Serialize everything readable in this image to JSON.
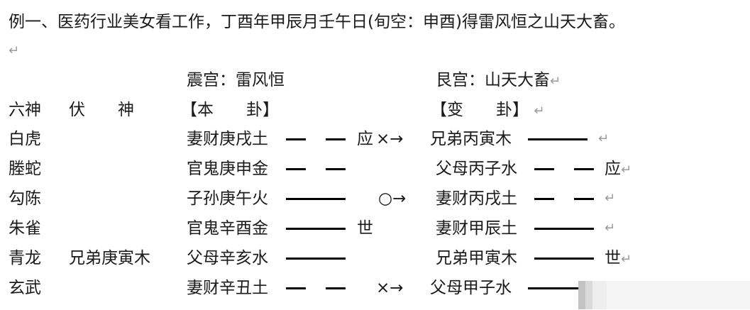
{
  "title": "例一、医药行业美女看工作，丁酉年甲辰月壬午日(旬空：申酉)得雷风恒之山天大畜。",
  "paragraph_mark": "↵",
  "palaces": {
    "left": "震宫：雷风恒",
    "right": "艮宫：山天大畜"
  },
  "headers": {
    "six_gods": "六神",
    "hidden_god": "伏　　神",
    "base_hexagram": "【本　　卦】",
    "changed_hexagram": "【变　　卦】"
  },
  "rows": [
    {
      "god": "白虎",
      "hidden": "",
      "base": "妻财庚戌土",
      "base_line": "yin",
      "base_mark": "应",
      "change": "×→",
      "changed": "兄弟丙寅木",
      "changed_line": "yang",
      "changed_mark": ""
    },
    {
      "god": "塍蛇",
      "hidden": "",
      "base": "官鬼庚申金",
      "base_line": "yin",
      "base_mark": "",
      "change": "",
      "changed": "父母丙子水",
      "changed_line": "yin",
      "changed_mark": "应"
    },
    {
      "god": "勾陈",
      "hidden": "",
      "base": "子孙庚午火",
      "base_line": "yang",
      "base_mark": "",
      "change": "○→",
      "changed": "妻财丙戌土",
      "changed_line": "yin",
      "changed_mark": ""
    },
    {
      "god": "朱雀",
      "hidden": "",
      "base": "官鬼辛酉金",
      "base_line": "yang",
      "base_mark": "世",
      "change": "",
      "changed": "妻财甲辰土",
      "changed_line": "yang",
      "changed_mark": ""
    },
    {
      "god": "青龙",
      "hidden": "兄弟庚寅木",
      "base": "父母辛亥水",
      "base_line": "yang",
      "base_mark": "",
      "change": "",
      "changed": "兄弟甲寅木",
      "changed_line": "yang",
      "changed_mark": "世"
    },
    {
      "god": "玄武",
      "hidden": "",
      "base": "妻财辛丑土",
      "base_line": "yin",
      "base_mark": "",
      "change": "×→",
      "changed": "父母甲子水",
      "changed_line": "yang",
      "changed_mark": ""
    }
  ]
}
